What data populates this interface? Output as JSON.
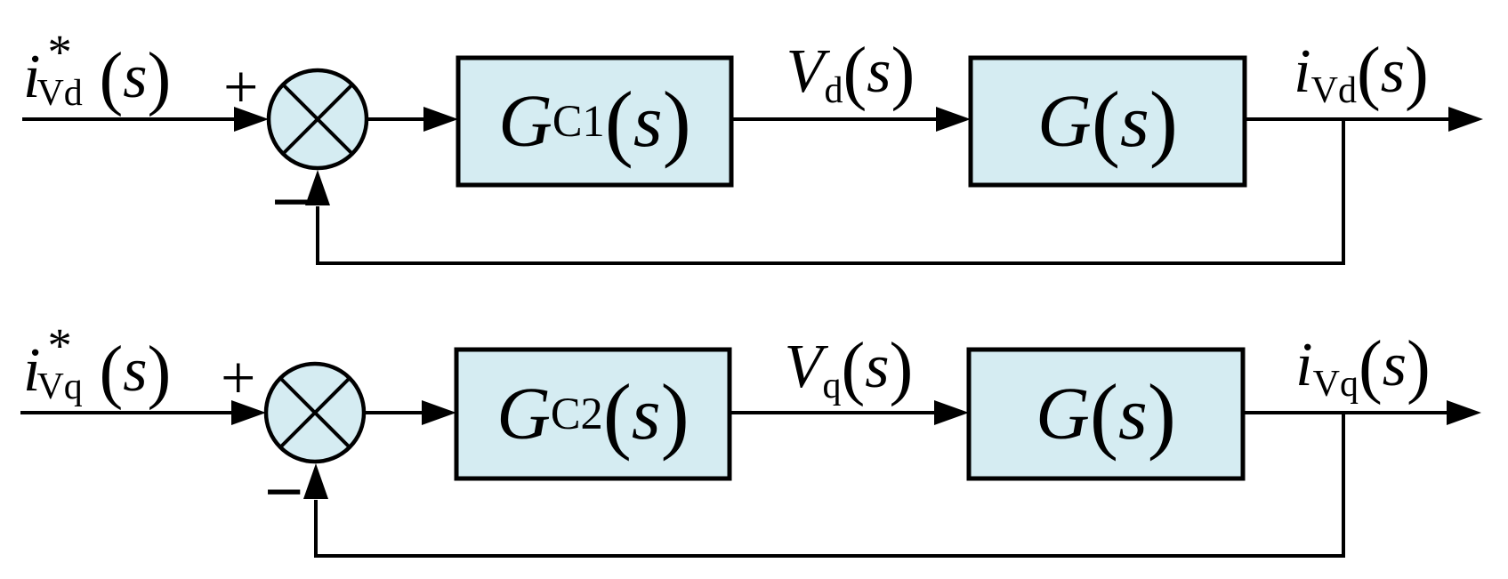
{
  "diagram": {
    "colors": {
      "block_fill": "#d5ecf2",
      "line": "#000000",
      "background": "#ffffff"
    },
    "loops": [
      {
        "axis": "d",
        "input_label": {
          "base": "i",
          "sup": "*",
          "sub": "Vd",
          "open": "(",
          "arg": "s",
          "close": ")"
        },
        "plus_sign": "+",
        "minus_sign": "−",
        "controller_label": {
          "base": "G",
          "sub": "C1",
          "open": "(",
          "arg": "s",
          "close": ")"
        },
        "intermediate_label": {
          "base": "V",
          "sub": "d",
          "open": "(",
          "arg": "s",
          "close": ")"
        },
        "plant_label": {
          "base": "G",
          "open": "(",
          "arg": "s",
          "close": ")"
        },
        "output_label": {
          "base": "i",
          "sub": "Vd",
          "open": "(",
          "arg": "s",
          "close": ")"
        }
      },
      {
        "axis": "q",
        "input_label": {
          "base": "i",
          "sup": "*",
          "sub": "Vq",
          "open": "(",
          "arg": "s",
          "close": ")"
        },
        "plus_sign": "+",
        "minus_sign": "−",
        "controller_label": {
          "base": "G",
          "sub": "C2",
          "open": "(",
          "arg": "s",
          "close": ")"
        },
        "intermediate_label": {
          "base": "V",
          "sub": "q",
          "open": "(",
          "arg": "s",
          "close": ")"
        },
        "plant_label": {
          "base": "G",
          "open": "(",
          "arg": "s",
          "close": ")"
        },
        "output_label": {
          "base": "i",
          "sub": "Vq",
          "open": "(",
          "arg": "s",
          "close": ")"
        }
      }
    ]
  }
}
